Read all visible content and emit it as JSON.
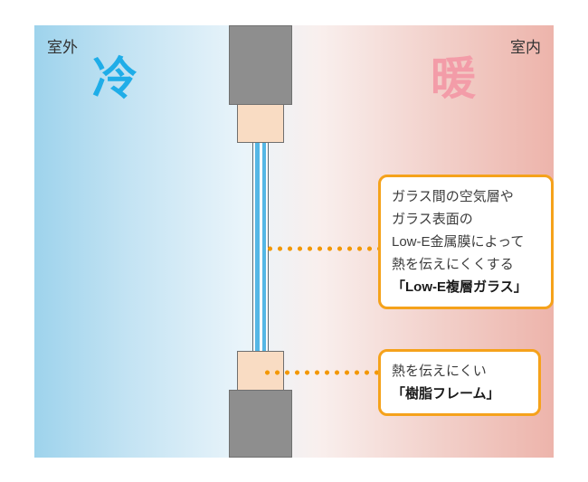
{
  "diagram": {
    "outdoor_label": "室外",
    "indoor_label": "室内",
    "cold_label": "冷",
    "warm_label": "暖"
  },
  "callouts": {
    "glass": {
      "lines": [
        "ガラス間の空気層や",
        "ガラス表面の",
        "Low-E金属膜によって",
        "熱を伝えにくくする"
      ],
      "title": "「Low-E複層ガラス」"
    },
    "frame": {
      "lines": [
        "熱を伝えにくい"
      ],
      "title": "「樹脂フレーム」"
    }
  },
  "colors": {
    "cold_text": "#1fade8",
    "warm_text": "#f39ca8",
    "accent_orange": "#f39800",
    "callout_border": "#f5a21b",
    "resin_frame_fill": "#f9dcc3",
    "glass_pane_blue": "#55b7e5",
    "wall_gray": "#8e8e8e",
    "gradient_left_blue": "#9ed3ec",
    "gradient_right_pink": "#edb4ab"
  }
}
